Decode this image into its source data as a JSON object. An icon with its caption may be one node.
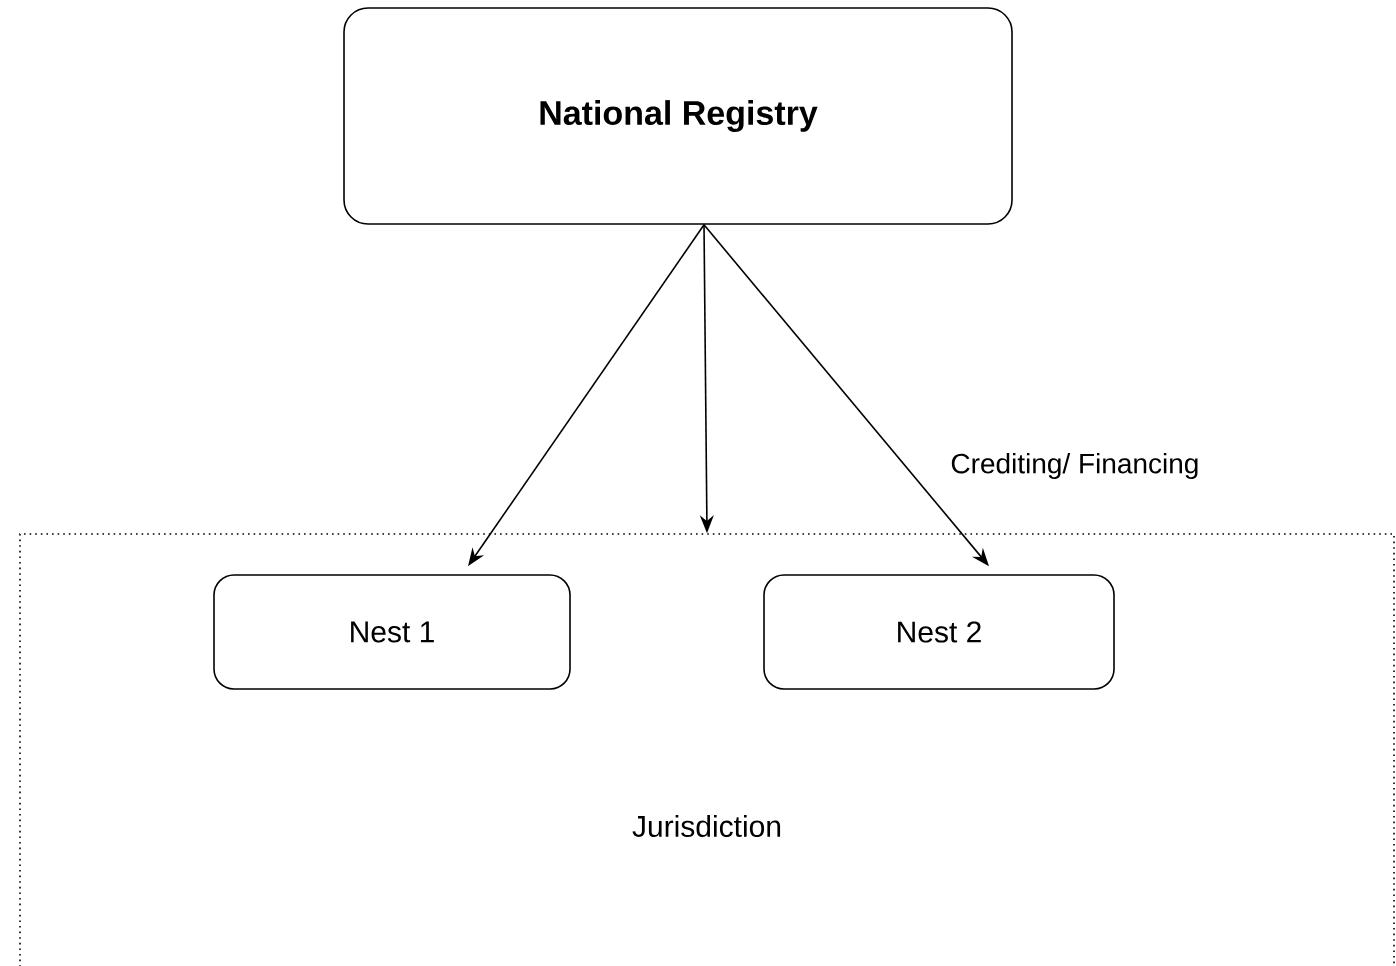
{
  "diagram": {
    "nodes": [
      {
        "text": [
          "National Registry"
        ]
      },
      {
        "text": [
          "Jurisdiction"
        ]
      },
      {
        "text": [
          "Nest 1"
        ],
        "in": 1
      },
      {
        "text": [
          "Nest 2"
        ],
        "in": 1
      }
    ],
    "edges": [
      {
        "from": 0,
        "to": 2,
        "arrow": "to"
      },
      {
        "from": 0,
        "to": 1,
        "arrow": "to"
      },
      {
        "from": 0,
        "to": 3,
        "arrow": "to"
      }
    ],
    "labels": [
      "Crediting/ Financing"
    ]
  }
}
